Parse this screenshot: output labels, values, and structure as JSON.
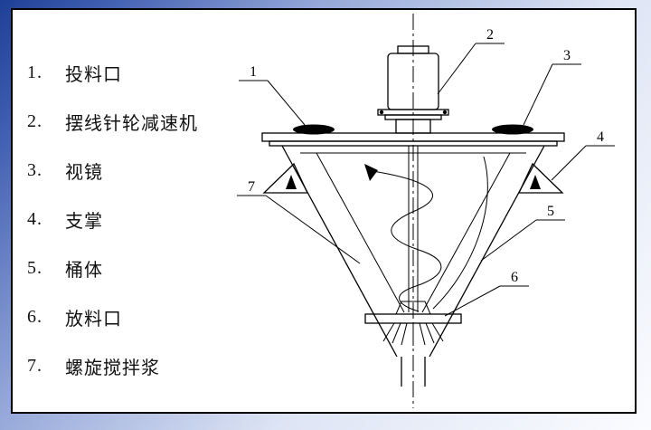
{
  "legend": {
    "items": [
      {
        "num": "1.",
        "label": "投料口"
      },
      {
        "num": "2.",
        "label": "摆线针轮减速机"
      },
      {
        "num": "3.",
        "label": "视镜"
      },
      {
        "num": "4.",
        "label": "支掌"
      },
      {
        "num": "5.",
        "label": "桶体"
      },
      {
        "num": "6.",
        "label": "放料口"
      },
      {
        "num": "7.",
        "label": "螺旋搅拌浆"
      }
    ]
  },
  "callouts": [
    "1",
    "2",
    "3",
    "4",
    "5",
    "6",
    "7"
  ],
  "colors": {
    "slide_gradient_start": "#1e3f96",
    "slide_gradient_end": "#fbfcff",
    "panel_background": "#ffffff",
    "panel_border": "#000000",
    "line_color": "#000000"
  }
}
